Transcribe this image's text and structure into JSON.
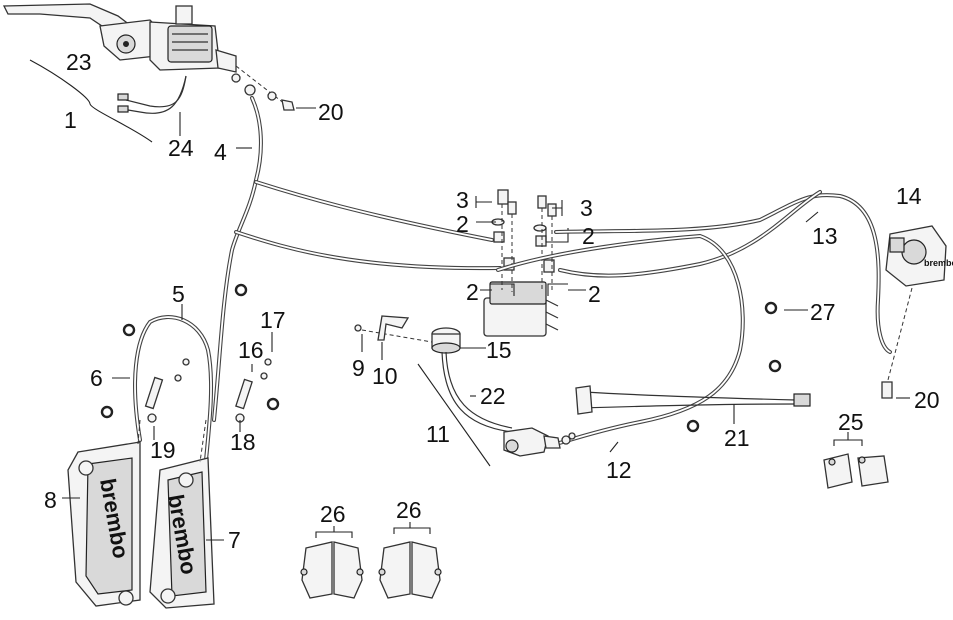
{
  "labels": {
    "l23": "23",
    "l1": "1",
    "l24": "24",
    "l4": "4",
    "l20a": "20",
    "l3a": "3",
    "l3b": "3",
    "l2a": "2",
    "l2b": "2",
    "l2c": "2",
    "l2d": "2",
    "l14": "14",
    "l13": "13",
    "l27": "27",
    "l5": "5",
    "l17": "17",
    "l16": "16",
    "l6": "6",
    "l19": "19",
    "l18": "18",
    "l9": "9",
    "l10": "10",
    "l15": "15",
    "l22": "22",
    "l11": "11",
    "l20b": "20",
    "l21": "21",
    "l12": "12",
    "l25": "25",
    "l8": "8",
    "l7": "7",
    "l26a": "26",
    "l26b": "26"
  },
  "caliper_brand_left": "brembo",
  "caliper_brand_right": "brembo"
}
